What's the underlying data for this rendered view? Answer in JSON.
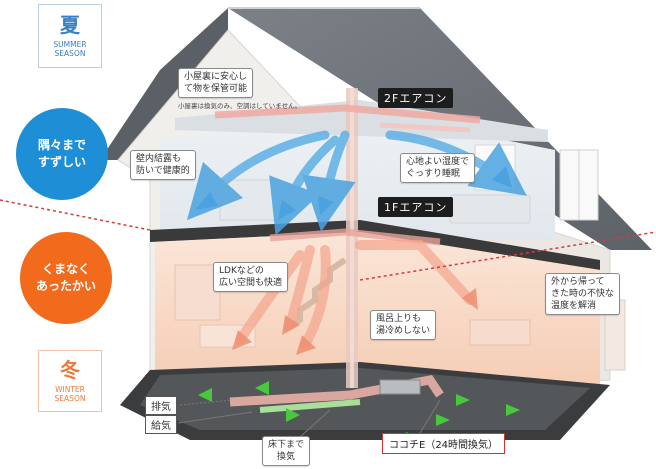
{
  "summer": {
    "kanji": "夏",
    "en": "SUMMER\nSEASON",
    "color": "#3a7fc4"
  },
  "winter": {
    "kanji": "冬",
    "en": "WINTER\nSEASON",
    "color": "#e87a3c"
  },
  "badges": {
    "cool": {
      "text": "隅々まで\nすずしい",
      "color": "#1e8fd6"
    },
    "warm": {
      "text": "くまなく\nあったかい",
      "color": "#f26a1b"
    }
  },
  "aircon": {
    "floor2": "2Fエアコン",
    "floor1": "1Fエアコン"
  },
  "callouts": {
    "attic": "小屋裏に安心し\nて物を保管可能",
    "attic_note": "小屋裏は換気のみ、空調はしていません。",
    "condensation": "壁内結露も\n防いで健康的",
    "humidity": "心地よい湿度で\nぐっすり睡眠",
    "ldk": "LDKなどの\n広い空間も快適",
    "bath": "風呂上りも\n湯冷めしない",
    "return": "外から帰って\nきた時の不快な\n温度を解消",
    "underfloor": "床下まで\n換気"
  },
  "vent": {
    "exhaust": "排気",
    "intake": "給気"
  },
  "system": "ココチE（24時間換気）"
}
